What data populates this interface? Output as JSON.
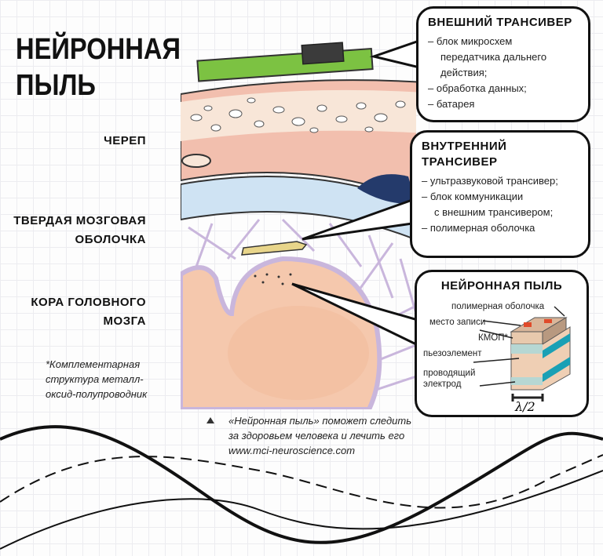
{
  "title": [
    "НЕЙРОННАЯ",
    "ПЫЛЬ"
  ],
  "labels": {
    "skull": "ЧЕРЕП",
    "dura": [
      "ТВЕРДАЯ МОЗГОВАЯ",
      "ОБОЛОЧКА"
    ],
    "cortex": [
      "КОРА ГОЛОВНОГО",
      "МОЗГА"
    ]
  },
  "footnote": [
    "*Комплементарная",
    "структура металл-",
    "оксид-полупроводник"
  ],
  "external": {
    "title": "ВНЕШНИЙ ТРАНСИВЕР",
    "items": [
      "блок микросхем",
      "передатчика дальнего",
      "действия;",
      "обработка данных;",
      "батарея"
    ]
  },
  "internal": {
    "title": [
      "ВНУТРЕННИЙ",
      "ТРАНСИВЕР"
    ],
    "items": [
      "ультразвуковой трансивер;",
      "блок коммуникации",
      "с внешним трансивером;",
      "полимерная оболочка"
    ]
  },
  "dust": {
    "title": "НЕЙРОННАЯ ПЫЛЬ",
    "parts": [
      "полимерная оболочка",
      "место записи",
      "КМОП*",
      "пьезоэлемент",
      "проводящий",
      "электрод"
    ],
    "dimension": "λ/2"
  },
  "caption": [
    "«Нейронная пыль» поможет следить",
    "за здоровьем человека и лечить его",
    "www.mci-neuroscience.com"
  ],
  "colors": {
    "skull": "#f2bfae",
    "bone": "#fbf3e8",
    "dura": "#cfe3f3",
    "brain": "#f5c8ad",
    "membrane": "#c9b6dc",
    "transceiver": "#7cc242"
  }
}
